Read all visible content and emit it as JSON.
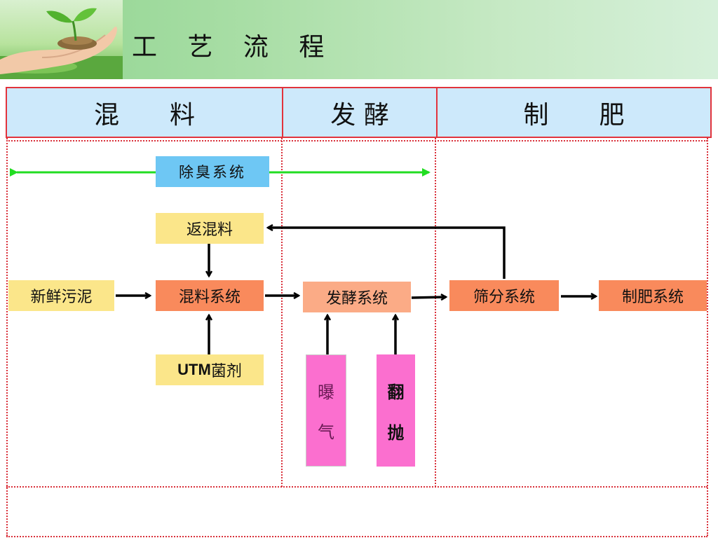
{
  "header": {
    "title": "工 艺 流 程"
  },
  "phases": [
    "混　　料",
    "发  酵",
    "制　　肥"
  ],
  "boxes": {
    "odor": "除臭系统",
    "return_mix": "返混料",
    "fresh_sludge": "新鲜污泥",
    "mixing": "混料系统",
    "utm_prefix": "UTM",
    "utm_suffix": "菌剂",
    "fermentation": "发酵系统",
    "aeration_1": "曝",
    "aeration_2": "气",
    "turning_1": "翻",
    "turning_2": "抛",
    "screening": "筛分系统",
    "fertilizer": "制肥系统"
  },
  "colors": {
    "header_gradient": "#8fd48f",
    "table_border": "#e2333c",
    "phase_bg": "#cde9fb",
    "yellow_box": "#fbe68a",
    "orange_box": "#f98a5c",
    "salmon_box": "#fbab86",
    "blue_box": "#6ec7f4",
    "pink_box": "#fb6fcf",
    "green_arrow": "#22dd22"
  }
}
